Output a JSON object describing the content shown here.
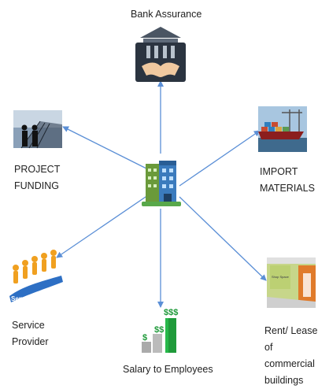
{
  "diagram": {
    "center": {
      "icon": "office-building-icon"
    },
    "nodes": [
      {
        "id": "bank",
        "label_lines": [
          "Bank Assurance"
        ],
        "icon": "bank-handshake-icon"
      },
      {
        "id": "project",
        "label_lines": [
          "PROJECT",
          "FUNDING"
        ],
        "icon": "business-handshake-icon"
      },
      {
        "id": "import",
        "label_lines": [
          "IMPORT",
          "MATERIALS"
        ],
        "icon": "container-ship-icon"
      },
      {
        "id": "service",
        "label_lines": [
          "Service",
          "Provider"
        ],
        "icon": "service-provider-people-icon",
        "icon_caption": "Service Provider"
      },
      {
        "id": "salary",
        "label_lines": [
          "Salary to Employees"
        ],
        "icon": "money-stacks-icon"
      },
      {
        "id": "rent",
        "label_lines": [
          "Rent/ Lease of",
          "commercial",
          "buildings"
        ],
        "icon": "commercial-interior-icon"
      }
    ],
    "arrow_color": "#5b8fd6"
  }
}
